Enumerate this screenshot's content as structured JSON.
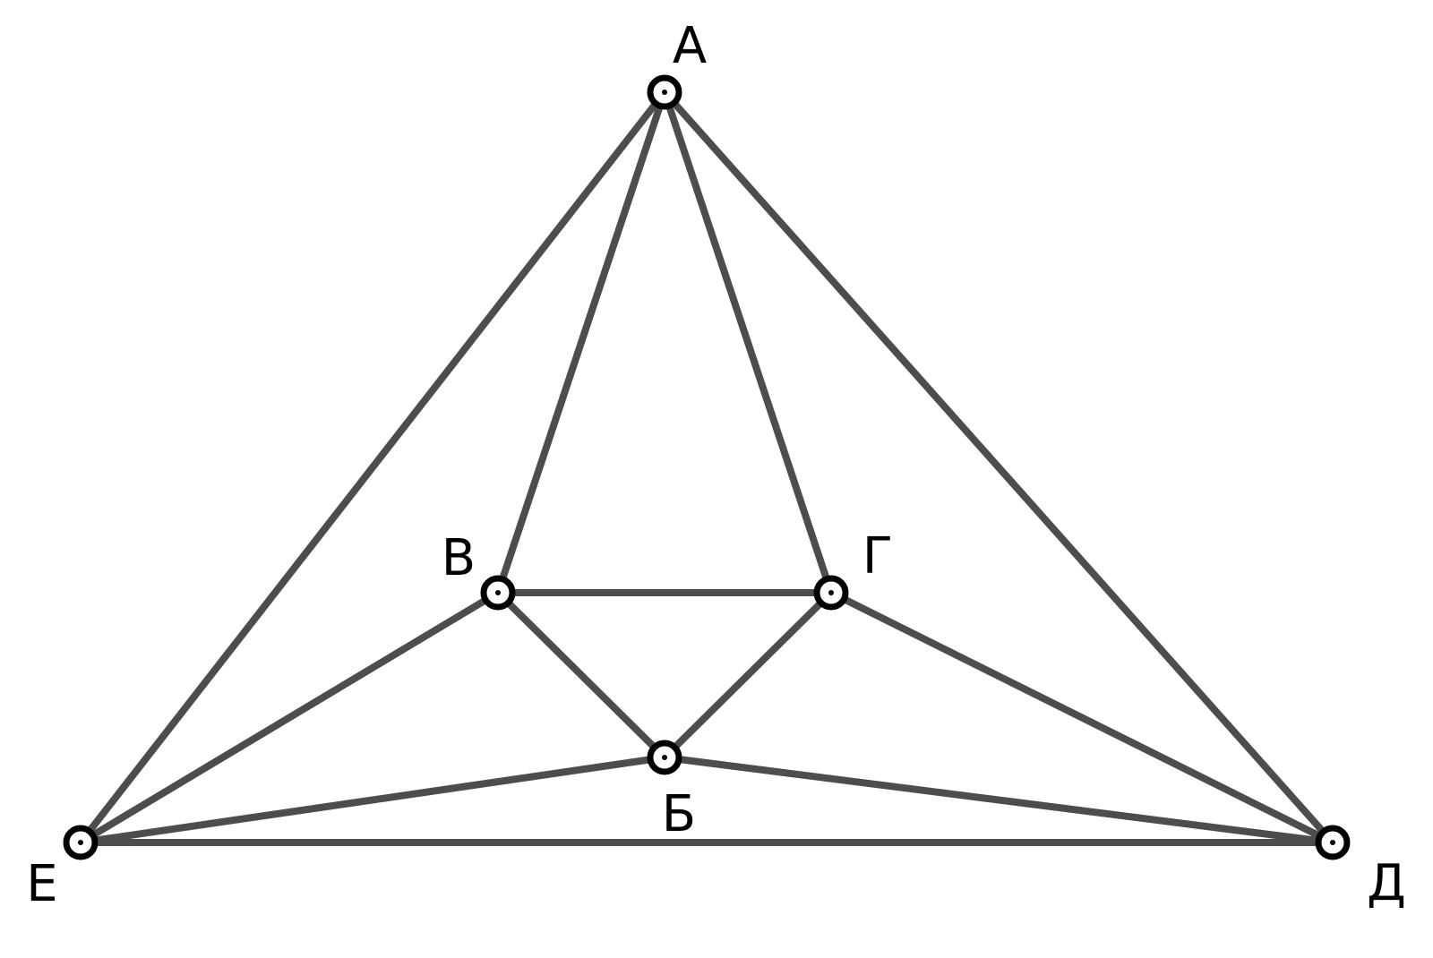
{
  "diagram": {
    "type": "graph",
    "vertices": [
      {
        "id": "A",
        "label": "А"
      },
      {
        "id": "B",
        "label": "Б"
      },
      {
        "id": "V",
        "label": "В"
      },
      {
        "id": "G",
        "label": "Г"
      },
      {
        "id": "D",
        "label": "Д"
      },
      {
        "id": "E",
        "label": "Е"
      }
    ],
    "edges": [
      [
        "A",
        "E"
      ],
      [
        "A",
        "V"
      ],
      [
        "A",
        "G"
      ],
      [
        "A",
        "D"
      ],
      [
        "V",
        "G"
      ],
      [
        "V",
        "E"
      ],
      [
        "V",
        "B"
      ],
      [
        "G",
        "B"
      ],
      [
        "G",
        "D"
      ],
      [
        "B",
        "E"
      ],
      [
        "B",
        "D"
      ],
      [
        "E",
        "D"
      ]
    ],
    "colors": {
      "edge": "#4d4d4d",
      "vertex": "#000000",
      "background": "#ffffff"
    }
  }
}
